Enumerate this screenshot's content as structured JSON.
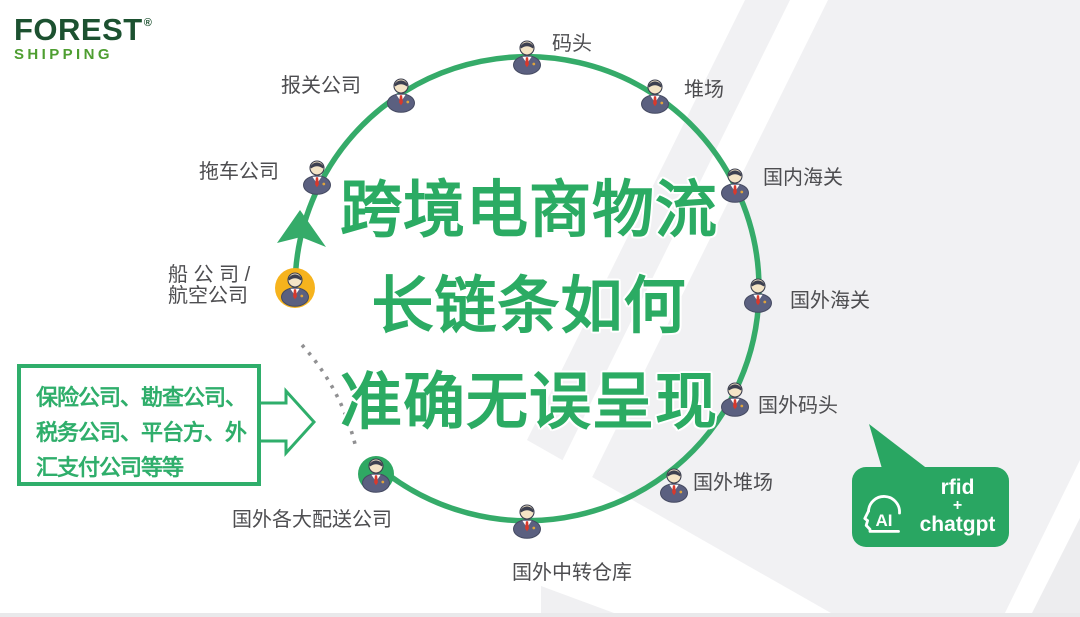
{
  "logo": {
    "brand": "FOREST",
    "registered": "®",
    "sub": "SHIPPING"
  },
  "title": {
    "lines": [
      "跨境电商物流",
      "长链条如何",
      "准确无误呈现"
    ]
  },
  "side_note": {
    "lines": [
      "保险公司、勘查公司、",
      "税务公司、平台方、外",
      "汇支付公司等等"
    ]
  },
  "chain": {
    "node_icon": "businessman-icon",
    "flow_direction": "clockwise",
    "nodes": [
      {
        "id": "matou",
        "label": "码头"
      },
      {
        "id": "duichang",
        "label": "堆场"
      },
      {
        "id": "guonei-haiguan",
        "label": "国内海关"
      },
      {
        "id": "guowai-haiguan",
        "label": "国外海关"
      },
      {
        "id": "guowai-matou",
        "label": "国外码头"
      },
      {
        "id": "guowai-duichang",
        "label": "国外堆场"
      },
      {
        "id": "guowai-zhongzhuan-cangku",
        "label": "国外中转仓库"
      },
      {
        "id": "guowai-peisong",
        "label": "国外各大配送公司",
        "highlight": "green"
      },
      {
        "id": "chuan-hangkong",
        "label": "船 公 司 / 航空公司",
        "label_lines": [
          "船 公 司 /",
          "航空公司"
        ],
        "highlight": "orange"
      },
      {
        "id": "tuoche",
        "label": "拖车公司"
      },
      {
        "id": "baoguan",
        "label": "报关公司"
      }
    ]
  },
  "ai_bubble": {
    "icon": "ai-headset-icon",
    "lines": [
      "rfid",
      "+",
      "chatgpt"
    ]
  },
  "colors": {
    "brand_dark_green": "#1c5130",
    "brand_light_green": "#4e9e31",
    "accent_green": "#2fae6b",
    "title_green": "#2bab63",
    "circle_green": "#35ab69",
    "bubble_green": "#29a662",
    "highlight_orange": "#f6b31d",
    "highlight_green": "#2fa863",
    "label_gray": "#4d4d50"
  }
}
